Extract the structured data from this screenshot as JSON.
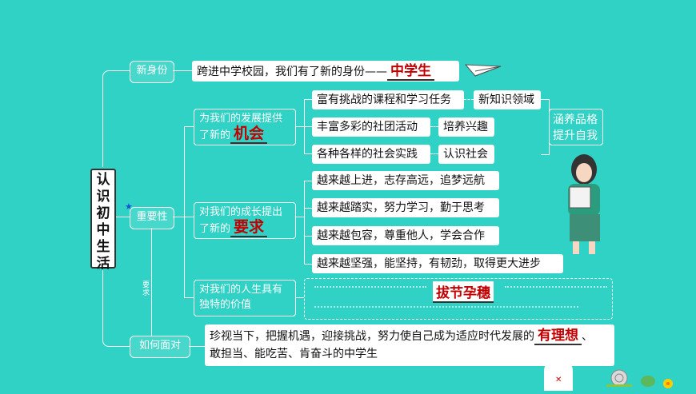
{
  "title": "认识初中生活",
  "nodes": {
    "identity": "新身份",
    "importance": "重要性",
    "howto": "如何面对",
    "relation": "要求"
  },
  "identity_line": {
    "text": "跨进中学校园，我们有了新的身份——",
    "highlight": "中学生"
  },
  "branches": [
    {
      "text": "为我们的发展提供了新的",
      "highlight": "机会"
    },
    {
      "text": "对我们的成长提出了新的",
      "highlight": "要求"
    },
    {
      "text": "对我们的人生具有独特的价值",
      "highlight": ""
    }
  ],
  "opportunities": [
    {
      "left": "富有挑战的课程和学习任务",
      "right": "新知识领域"
    },
    {
      "left": "丰富多彩的社团活动",
      "right": "培养兴趣"
    },
    {
      "left": "各种各样的社会实践",
      "right": "认识社会"
    }
  ],
  "summary": "涵养品格提升自我",
  "requirements": [
    "越来越上进，志存高远，追梦远航",
    "越来越踏实，努力学习，勤于思考",
    "越来越包容，尊重他人，学会合作",
    "越来越坚强，能坚持，有韧劲，取得更大进步"
  ],
  "value": {
    "highlight": "拔节孕穗"
  },
  "howto_text": {
    "line1": "珍视当下，把握机遇，迎接挑战，努力使自己成为适应时代发展的",
    "highlight": "有理想",
    "punct": "、",
    "line2": "敢担当、能吃苦、肯奋斗的中学生"
  },
  "colors": {
    "background": "#2fd2c4",
    "highlight": "#c00000"
  }
}
